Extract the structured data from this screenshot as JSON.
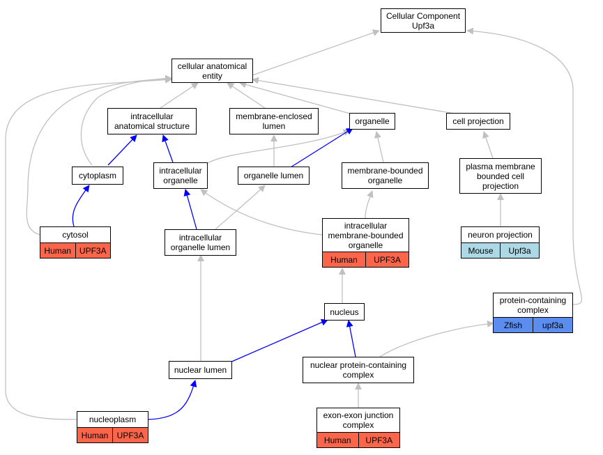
{
  "nodes": {
    "cc_root": "Cellular Component\nUpf3a",
    "cae": "cellular anatomical\nentity",
    "ias": "intracellular\nanatomical structure",
    "mel": "membrane-enclosed\nlumen",
    "organelle": "organelle",
    "cellproj": "cell projection",
    "cytoplasm": "cytoplasm",
    "intraorg": "intracellular\norganelle",
    "orglumen": "organelle lumen",
    "mbo": "membrane-bounded\norganelle",
    "pmbcp": "plasma membrane\nbounded cell\nprojection",
    "cytosol": "cytosol",
    "iol": "intracellular\norganelle lumen",
    "imbo": "intracellular\nmembrane-bounded\norganelle",
    "neuronproj": "neuron projection",
    "nucleus": "nucleus",
    "pcc": "protein-containing\ncomplex",
    "nuclumen": "nuclear lumen",
    "npcc": "nuclear protein-containing\ncomplex",
    "nucleoplasm": "nucleoplasm",
    "ejc": "exon-exon junction\ncomplex"
  },
  "annotations": {
    "cytosol": [
      "Human",
      "UPF3A"
    ],
    "imbo": [
      "Human",
      "UPF3A"
    ],
    "neuronproj": [
      "Mouse",
      "Upf3a"
    ],
    "pcc": [
      "Zfish",
      "upf3a"
    ],
    "nucleoplasm": [
      "Human",
      "UPF3A"
    ],
    "ejc": [
      "Human",
      "UPF3A"
    ]
  },
  "colors": {
    "human": "#fb6549",
    "mouse": "#add8e6",
    "zfish": "#5b8def",
    "edge_is_a": "#c0c0c0",
    "edge_part_of": "#0000ff"
  }
}
